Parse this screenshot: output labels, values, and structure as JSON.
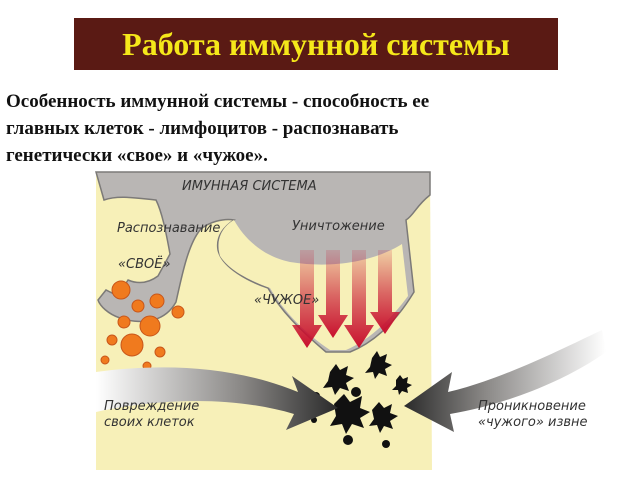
{
  "title": "Работа иммунной системы",
  "subtitle": {
    "lines": [
      "Особенность иммунной системы - способность ее",
      "главных клеток - лимфоцитов - распознавать",
      "генетически «свое» и «чужое»."
    ]
  },
  "diagram": {
    "system_label": "ИМУННАЯ СИСТЕМА",
    "recognition_label": "Распознавание",
    "destruction_label": "Уничтожение",
    "self_label": "«СВОЁ»",
    "foreign_label": "«ЧУЖОЕ»",
    "damage_label_1": "Повреждение",
    "damage_label_2": "своих клеток",
    "penetration_label_1": "Проникновение",
    "penetration_label_2": "«чужого» извне",
    "colors": {
      "title_bg": "#5a1a14",
      "title_text": "#f5e81a",
      "panel_bg": "#f7f0b8",
      "system_gray": "#b9b6b4",
      "self_cells": "#f07a1e",
      "arrows_red": "#c8102e",
      "foreign_cells": "#111111"
    }
  }
}
